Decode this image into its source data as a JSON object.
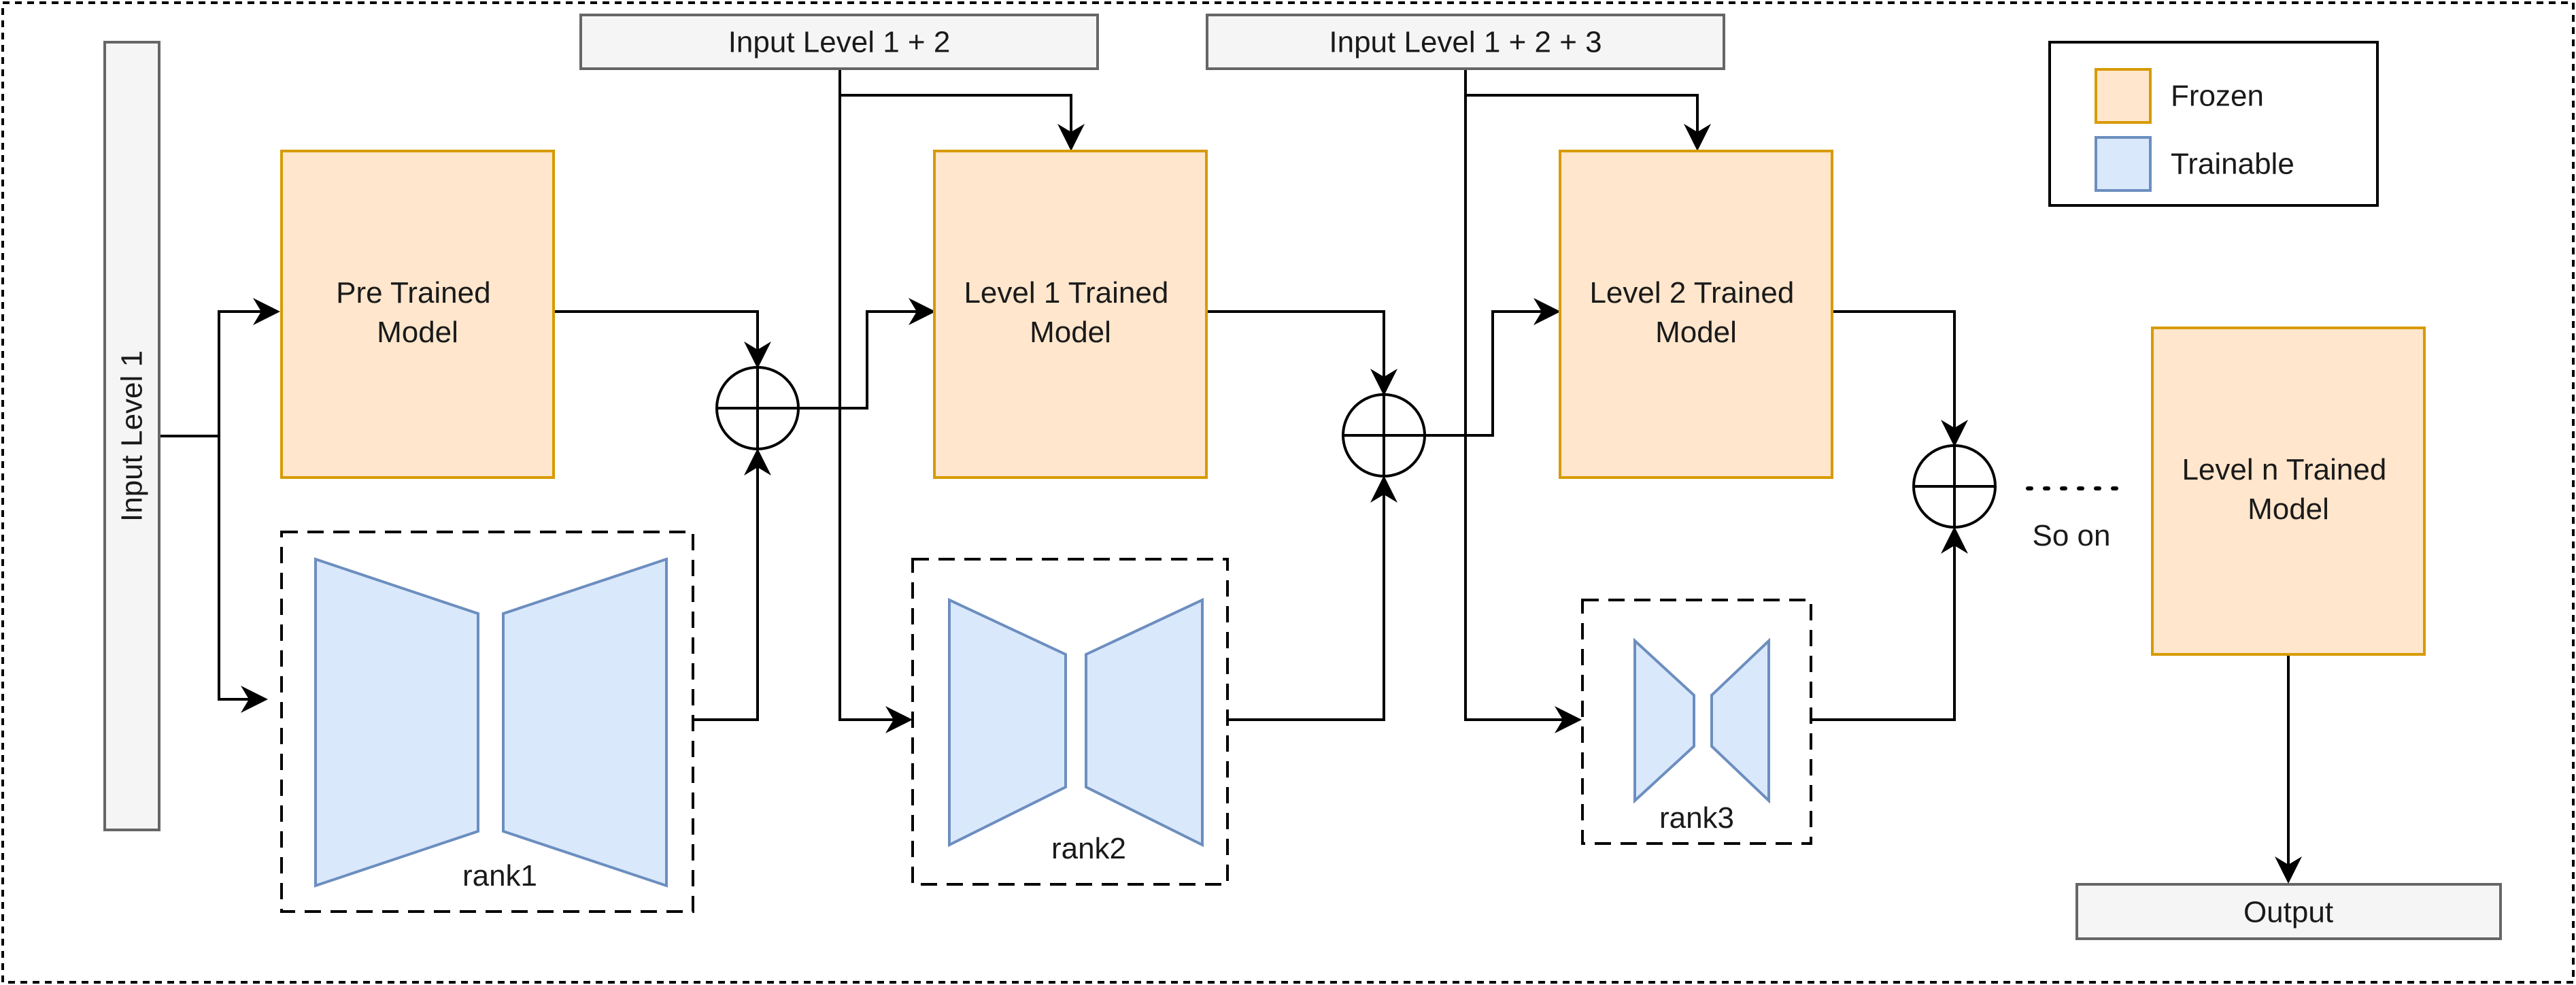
{
  "input_level_1": "Input Level 1",
  "input_level_12": "Input Level 1 + 2",
  "input_level_123": "Input Level 1 + 2 + 3",
  "output": "Output",
  "models": {
    "pretrained": [
      "Pre Trained",
      "Model"
    ],
    "level1": [
      "Level 1 Trained",
      "Model"
    ],
    "level2": [
      "Level 2 Trained",
      "Model"
    ],
    "leveln": [
      "Level n Trained",
      "Model"
    ]
  },
  "adapters": {
    "rank1": "rank1",
    "rank2": "rank2",
    "rank3": "rank3"
  },
  "legend": {
    "frozen_label": "Frozen",
    "trainable_label": "Trainable",
    "frozen_color": "#ffe6cc",
    "trainable_color": "#dae8fc"
  },
  "so_on": "So on"
}
